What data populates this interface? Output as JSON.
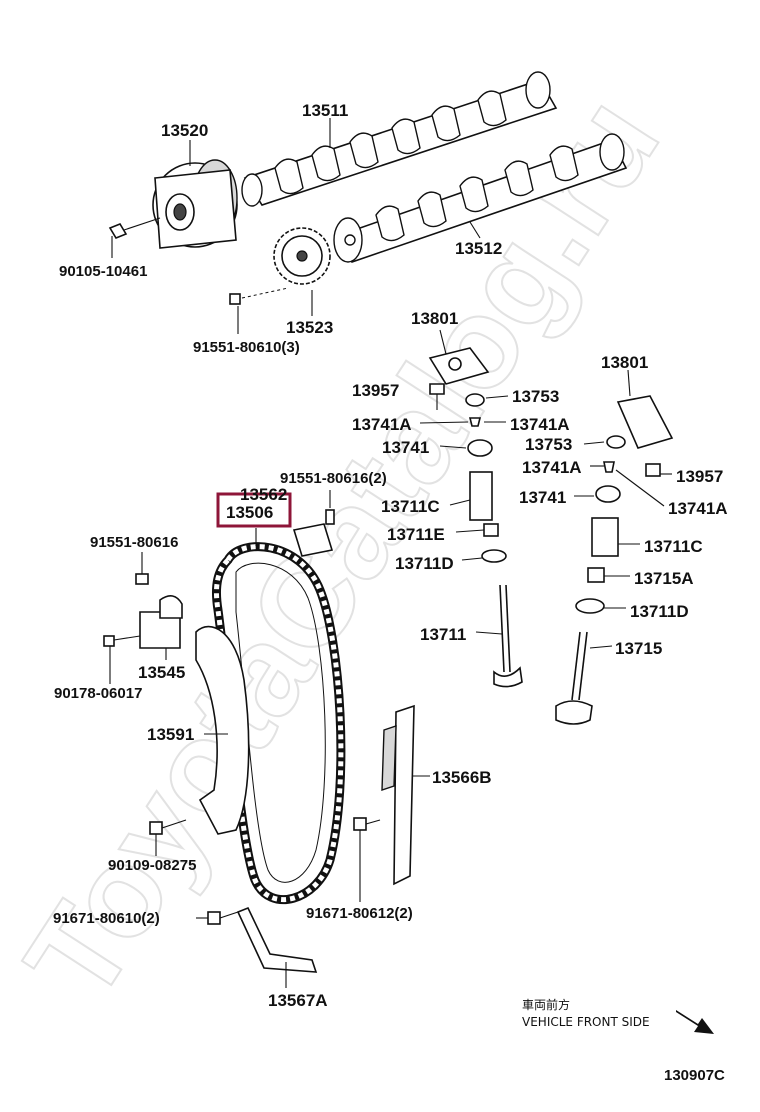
{
  "watermark": "ToyotaCatalog.ru",
  "diagram_code": "130907C",
  "front_side_note": {
    "jp": "車両前方",
    "en": "VEHICLE FRONT SIDE"
  },
  "highlighted_part": "13506",
  "labels": {
    "p13520": "13520",
    "p13511": "13511",
    "p13512": "13512",
    "p90105_10461": "90105-10461",
    "p13523": "13523",
    "p91551_80610_3": "91551-80610(3)",
    "p13801_a": "13801",
    "p13801_b": "13801",
    "p13957_a": "13957",
    "p13957_b": "13957",
    "p13753_a": "13753",
    "p13753_b": "13753",
    "p13741A_a": "13741A",
    "p13741A_b": "13741A",
    "p13741A_c": "13741A",
    "p13741A_d": "13741A",
    "p13741_a": "13741",
    "p13741_b": "13741",
    "p13711C_a": "13711C",
    "p13711C_b": "13711C",
    "p13711E": "13711E",
    "p13711D_a": "13711D",
    "p13711D_b": "13711D",
    "p13711": "13711",
    "p13715A": "13715A",
    "p13715": "13715",
    "p91551_80616_2": "91551-80616(2)",
    "p13562": "13562",
    "p13506": "13506",
    "p91551_80616": "91551-80616",
    "p13545": "13545",
    "p90178_06017": "90178-06017",
    "p13591": "13591",
    "p13566B": "13566B",
    "p90109_08275": "90109-08275",
    "p91671_80610_2": "91671-80610(2)",
    "p91671_80612_2": "91671-80612(2)",
    "p13567A": "13567A"
  }
}
